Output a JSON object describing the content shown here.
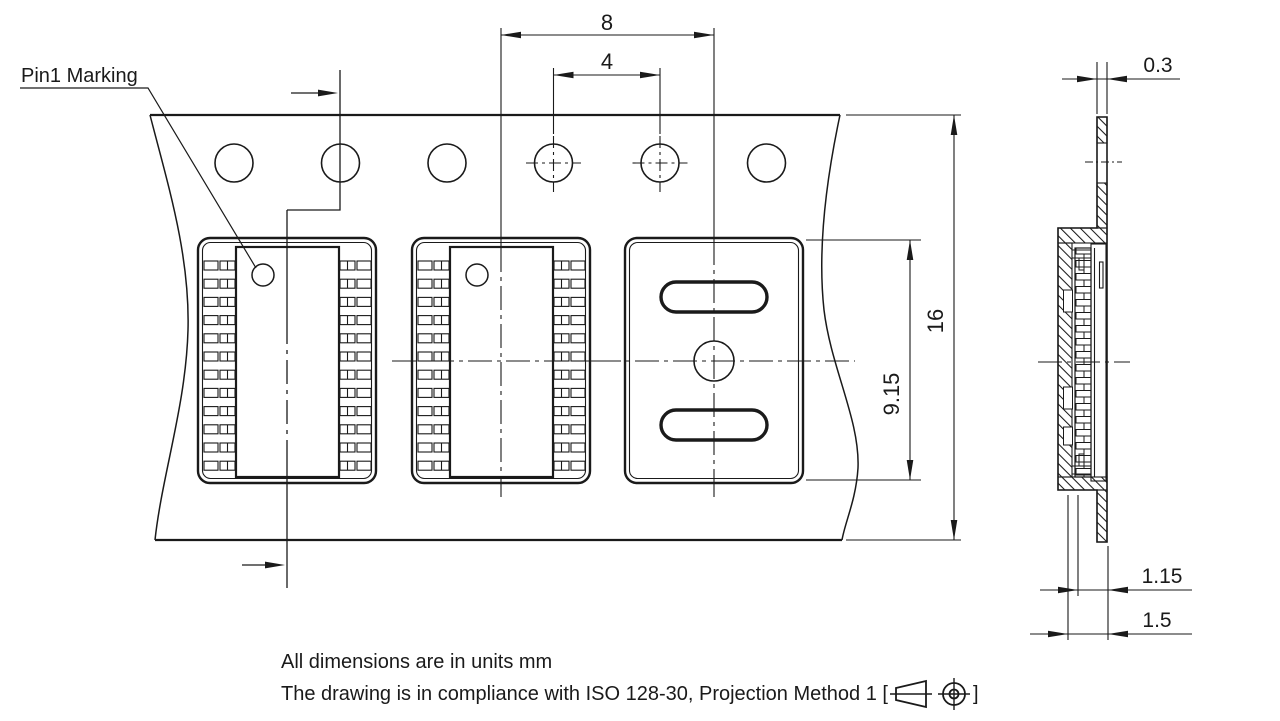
{
  "drawing": {
    "pin1_label": "Pin1 Marking",
    "dimensions": {
      "pocket_pitch": "8",
      "sprocket_hole_pitch": "4",
      "tape_width": "16",
      "pocket_length": "9.15",
      "cover_tape_thickness": "0.3",
      "pocket_depth": "1.15",
      "total_thickness": "1.5"
    },
    "notes": {
      "line1": "All dimensions are in units mm",
      "line2_prefix": "The drawing is in compliance with ISO 128-30, Projection Method 1 [",
      "line2_suffix": "]"
    },
    "colors": {
      "line": "#1a1a1a",
      "background": "#ffffff"
    }
  }
}
